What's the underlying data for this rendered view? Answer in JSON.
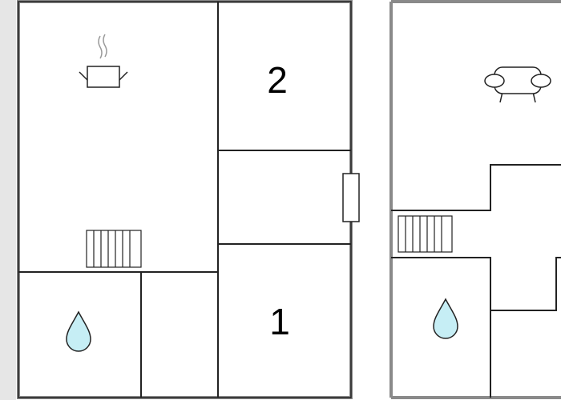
{
  "rooms": [
    {
      "id": "bedroom-2",
      "label": "2"
    },
    {
      "id": "bedroom-1",
      "label": "1"
    }
  ],
  "icons": {
    "kitchen": "cooking-pot-icon",
    "bathroom": "water-drop-icon",
    "stairs": "staircase-icon",
    "living": "sofa-icon",
    "window": "window-icon"
  },
  "colors": {
    "wall": "#222222",
    "outer_wall": "#8a8a8a",
    "water": "#c6eef5",
    "margin": "#e6e6e6",
    "background": "#ffffff"
  }
}
